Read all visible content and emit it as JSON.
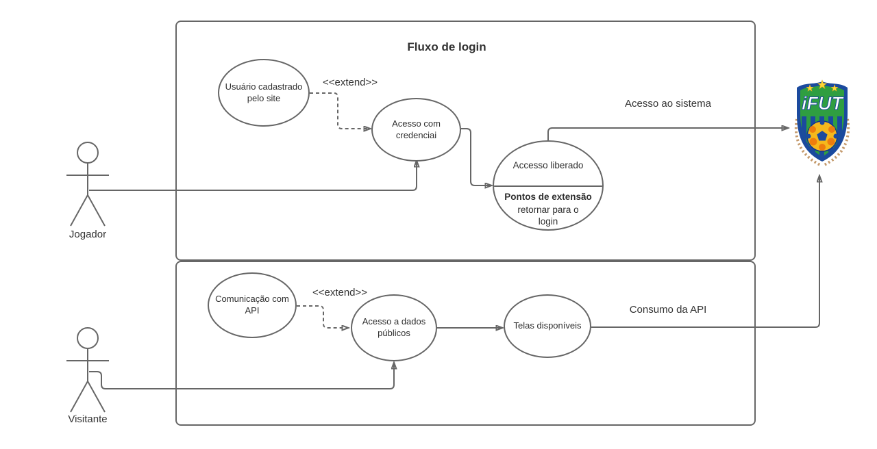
{
  "title": "Fluxo de login",
  "actors": [
    {
      "name": "Jogador"
    },
    {
      "name": "Visitante"
    }
  ],
  "use_cases": {
    "usuario_cadastrado": {
      "label": "Usuário cadastrado pelo site"
    },
    "acesso_credenciai": {
      "label": "Acesso com credenciai"
    },
    "accesso_liberado": {
      "title": "Accesso liberado",
      "extension_heading": "Pontos de extensão",
      "extension_detail": "retornar para o login"
    },
    "comunicacao_api": {
      "label": "Comunicação com API"
    },
    "acesso_dados_publicos": {
      "label": "Acesso a dados públicos"
    },
    "telas_disponiveis": {
      "label": "Telas disponíveis"
    }
  },
  "annotations": {
    "extend_login": "<<extend>>",
    "extend_api": "<<extend>>",
    "acesso_ao_sistema": "Acesso ao sistema",
    "consumo_da_api": "Consumo da API"
  },
  "logo": {
    "text": "iFUT"
  },
  "colors": {
    "stroke": "#666666",
    "text": "#333333",
    "logo_blue": "#1b4a9e",
    "logo_green": "#2f9e41",
    "logo_star": "#ffd639",
    "logo_ball_yellow": "#f5b81c",
    "logo_ball_orange": "#ed7d0e",
    "logo_wreath": "#c49a6c"
  }
}
